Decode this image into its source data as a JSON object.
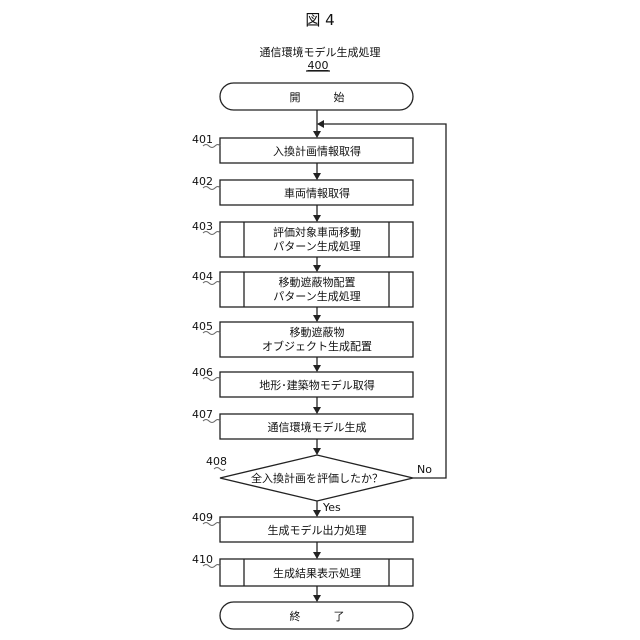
{
  "figure_label": "図 4",
  "process_title": "通信環境モデル生成処理",
  "process_ref": "400",
  "terminals": {
    "start": "開　　　始",
    "end": "終　　　了"
  },
  "steps": [
    {
      "num": "401",
      "lines": [
        "入換計画情報取得"
      ]
    },
    {
      "num": "402",
      "lines": [
        "車両情報取得"
      ]
    },
    {
      "num": "403",
      "lines": [
        "評価対象車両移動",
        "パターン生成処理"
      ]
    },
    {
      "num": "404",
      "lines": [
        "移動遮蔽物配置",
        "パターン生成処理"
      ]
    },
    {
      "num": "405",
      "lines": [
        "移動遮蔽物",
        "オブジェクト生成配置"
      ]
    },
    {
      "num": "406",
      "lines": [
        "地形･建築物モデル取得"
      ]
    },
    {
      "num": "407",
      "lines": [
        "通信環境モデル生成"
      ]
    },
    {
      "num": "409",
      "lines": [
        "生成モデル出力処理"
      ]
    },
    {
      "num": "410",
      "lines": [
        "生成結果表示処理"
      ]
    }
  ],
  "decision": {
    "num": "408",
    "text": "全入換計画を評価したか？",
    "yes": "Yes",
    "no": "No"
  }
}
